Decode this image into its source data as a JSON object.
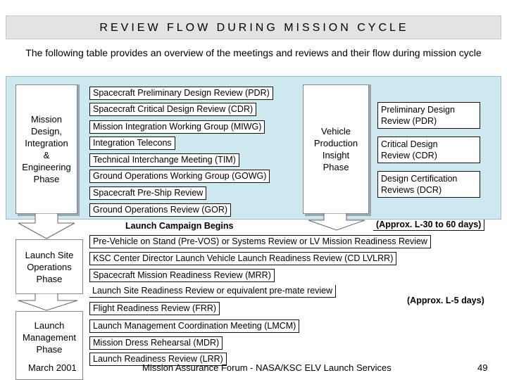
{
  "title": "REVIEW FLOW DURING MISSION CYCLE",
  "intro": "The following table provides an overview of the meetings and reviews and their flow during mission cycle",
  "phases": {
    "mission_design": "Mission\nDesign,\nIntegration\n&\nEngineering\nPhase",
    "vehicle_production": "Vehicle\nProduction\nInsight\nPhase",
    "launch_site": "Launch Site\nOperations\nPhase",
    "launch_management": "Launch\nManagement\nPhase"
  },
  "spacecraft_reviews": [
    "Spacecraft Preliminary Design Review  (PDR)",
    "Spacecraft Critical Design Review  (CDR)",
    "Mission Integration Working Group (MIWG)",
    "Integration Telecons",
    "Technical Interchange Meeting (TIM)",
    "Ground Operations Working Group (GOWG)",
    "Spacecraft Pre-Ship Review",
    "Ground Operations Review (GOR)"
  ],
  "vehicle_reviews": [
    "Preliminary Design\nReview (PDR)",
    "Critical Design\nReview (CDR)",
    "Design Certification\nReviews (DCR)"
  ],
  "campaign": {
    "label": "Launch Campaign Begins",
    "timing": "(Approx. L-30 to 60 days)"
  },
  "launch_site_reviews": [
    "Pre-Vehicle on Stand (Pre-VOS) or Systems Review or LV Mission Readiness Review",
    "KSC Center Director Launch Vehicle Launch Readiness Review  (CD LVLRR)",
    "Spacecraft Mission Readiness Review (MRR)",
    "Launch Site Readiness Review or equivalent pre-mate review",
    "Flight Readiness Review (FRR)"
  ],
  "launch_timing": "(Approx. L-5 days)",
  "launch_mgmt_reviews": [
    "Launch Management Coordination Meeting (LMCM)",
    "Mission Dress Rehearsal (MDR)",
    "Launch Readiness Review (LRR)"
  ],
  "footer": {
    "date": "March 2001",
    "center": "Mission Assurance Forum - NASA/KSC ELV Launch Services",
    "page": "49"
  }
}
